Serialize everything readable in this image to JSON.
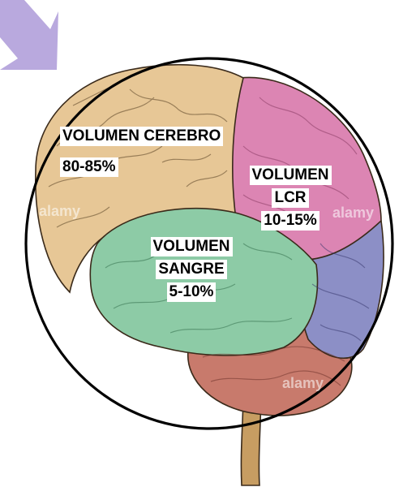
{
  "labels": {
    "cerebro": [
      "VOLUMEN CEREBRO",
      "80-85%"
    ],
    "lcr": [
      "VOLUMEN",
      "LCR",
      "10-15%"
    ],
    "sangre": [
      "VOLUMEN",
      "SANGRE",
      "5-10%"
    ]
  },
  "watermark": "alamy",
  "colors": {
    "arrow": "#b9a9de",
    "circle": "#000000",
    "frontal_lobe": "#e7c796",
    "parietal_region": "#dc85b3",
    "occipital_region": "#8c8fc6",
    "temporal_lobe": "#8dcba6",
    "cerebellum": "#c87a6c",
    "brainstem": "#c79d62",
    "outline": "#3a2a1a"
  },
  "icons": {
    "arrow": "arrow-down-right-icon"
  }
}
